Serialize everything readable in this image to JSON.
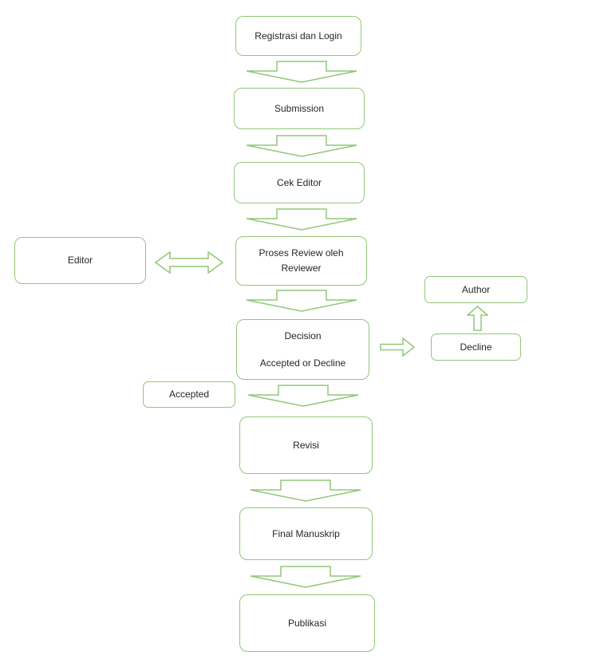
{
  "diagram": {
    "description": "Manuscript submission and publication workflow flowchart",
    "colors": {
      "shape_border": "#90C778",
      "shape_fill": "#ffffff",
      "text_color": "#262626"
    },
    "nodes": {
      "registrasi": {
        "label": "Registrasi dan Login"
      },
      "submission": {
        "label": "Submission"
      },
      "cek_editor": {
        "label": "Cek Editor"
      },
      "editor": {
        "label": "Editor"
      },
      "proses_review": {
        "label": "Proses Review oleh Reviewer"
      },
      "decision": {
        "line1": "Decision",
        "line2": "Accepted or Decline"
      },
      "author": {
        "label": "Author"
      },
      "decline": {
        "label": "Decline"
      },
      "accepted": {
        "label": "Accepted"
      },
      "revisi": {
        "label": "Revisi"
      },
      "final_manuskrip": {
        "label": "Final Manuskrip"
      },
      "publikasi": {
        "label": "Publikasi"
      }
    },
    "connectors": [
      {
        "name": "registrasi-to-submission",
        "type": "block-arrow-down"
      },
      {
        "name": "submission-to-cek-editor",
        "type": "block-arrow-down"
      },
      {
        "name": "cek-editor-to-proses-review",
        "type": "block-arrow-down"
      },
      {
        "name": "editor-proses-review",
        "type": "block-arrow-double-horizontal"
      },
      {
        "name": "proses-review-to-decision",
        "type": "block-arrow-down"
      },
      {
        "name": "decision-to-decline",
        "type": "block-arrow-right"
      },
      {
        "name": "decline-to-author",
        "type": "block-arrow-up"
      },
      {
        "name": "decision-to-revisi",
        "type": "block-arrow-down"
      },
      {
        "name": "revisi-to-final-manuskrip",
        "type": "block-arrow-down"
      },
      {
        "name": "final-manuskrip-to-publikasi",
        "type": "block-arrow-down"
      }
    ]
  }
}
